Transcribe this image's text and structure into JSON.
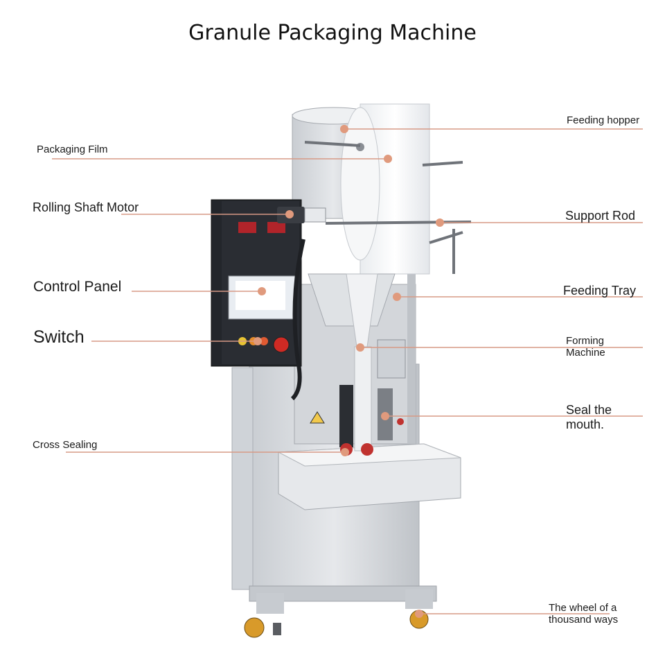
{
  "title": "Granule Packaging Machine",
  "colors": {
    "leader": "#d79a86",
    "dot": "#e09a7d",
    "steel": "#d6d9dd",
    "panel": "#23262b"
  },
  "labels": {
    "feeding_hopper": "Feeding hopper",
    "packaging_film": "Packaging Film",
    "rolling_shaft_motor": "Rolling Shaft Motor",
    "support_rod": "Support Rod",
    "control_panel": "Control Panel",
    "feeding_tray": "Feeding Tray",
    "switch": "Switch",
    "forming_machine_1": "Forming",
    "forming_machine_2": "Machine",
    "seal_mouth_1": "Seal the",
    "seal_mouth_2": "mouth.",
    "cross_sealing": "Cross Sealing",
    "wheel_1": "The wheel of a",
    "wheel_2": "thousand ways"
  }
}
